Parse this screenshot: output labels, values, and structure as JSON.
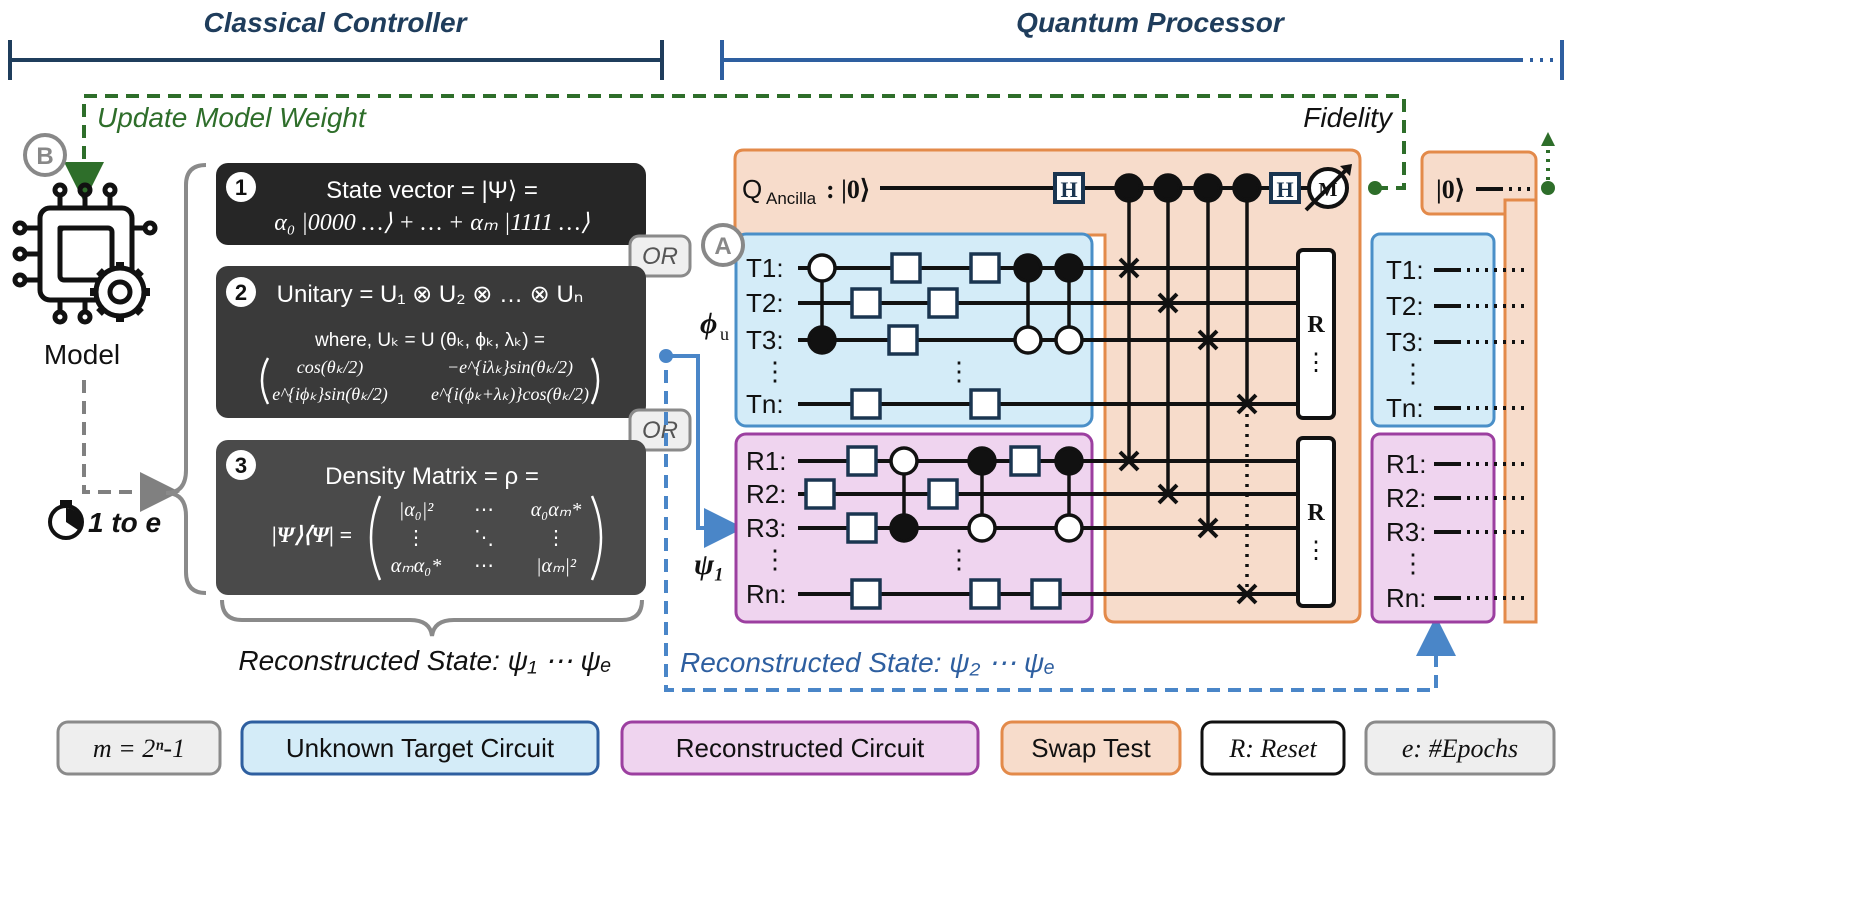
{
  "headers": {
    "classical": "Classical Controller",
    "quantum": "Quantum Processor"
  },
  "feedback": {
    "update_label": "Update Model Weight",
    "fidelity_label": "Fidelity"
  },
  "model": {
    "badge": "B",
    "label": "Model",
    "epochs_label": "1 to e"
  },
  "options": {
    "or_label": "OR",
    "box1": {
      "number": "1",
      "line1": "State vector = |Ψ⟩ =",
      "line2": "α₀ |0000 …⟩ + … + αₘ |1111 …⟩"
    },
    "box2": {
      "number": "2",
      "line1": "Unitary = U₁ ⊗ U₂ ⊗ … ⊗ Uₙ",
      "line2": "where, Uₖ = U (θₖ, ϕₖ, λₖ) =",
      "m11": "cos(θₖ/2)",
      "m12": "−e^{iλₖ}sin(θₖ/2)",
      "m21": "e^{iϕₖ}sin(θₖ/2)",
      "m22": "e^{i(ϕₖ+λₖ)}cos(θₖ/2)"
    },
    "box3": {
      "number": "3",
      "line1": "Density Matrix = ρ =",
      "lhs": "|Ψ⟩⟨Ψ| =",
      "m11": "|α₀|²",
      "m12": "⋯",
      "m13": "α₀αₘ*",
      "m21": "⋮",
      "m22": "⋱",
      "m23": "⋮",
      "m31": "αₘα₀*",
      "m32": "⋯",
      "m33": "|αₘ|²"
    },
    "reconstructed_label": "Reconstructed State: ψ₁ ⋯ ψₑ"
  },
  "circuit": {
    "badge": "A",
    "ancilla_label": "Q",
    "ancilla_sub": "Ancilla",
    "ancilla_ket": ": |0⟩",
    "hadamard": "H",
    "measure": "M",
    "reset": "R",
    "target_group": "ϕ",
    "target_group_sub": "u",
    "recon_group": "ψ₁",
    "target_wires": [
      "T1:",
      "T2:",
      "T3:",
      "Tn:"
    ],
    "recon_wires": [
      "R1:",
      "R2:",
      "R3:",
      "Rn:"
    ],
    "vdots": "⋮",
    "next_ket": "|0⟩",
    "reconstructed_label": "Reconstructed State: ψ₂ ⋯ ψₑ"
  },
  "legend": [
    {
      "key": "m",
      "text": "m = 2ⁿ-1"
    },
    {
      "key": "target",
      "text": "Unknown Target Circuit"
    },
    {
      "key": "recon",
      "text": "Reconstructed Circuit"
    },
    {
      "key": "swap",
      "text": "Swap Test"
    },
    {
      "key": "reset",
      "text": "R: Reset"
    },
    {
      "key": "epochs",
      "text": "e: #Epochs"
    }
  ],
  "colors": {
    "navy": "#1f3d5c",
    "blue": "#2e5fa0",
    "green": "#2e6e2a",
    "gray": "#808080",
    "dashed_blue": "#4a86c8",
    "target_fill": "#d4ecf8",
    "target_stroke": "#4a8fc8",
    "recon_fill": "#efd4ef",
    "recon_stroke": "#9c3fa0",
    "swap_fill": "#f7dccb",
    "swap_stroke": "#e38a4a",
    "box_dark": "#262626",
    "box_mid": "#3a3a3a",
    "box_light": "#4a4a4a"
  }
}
